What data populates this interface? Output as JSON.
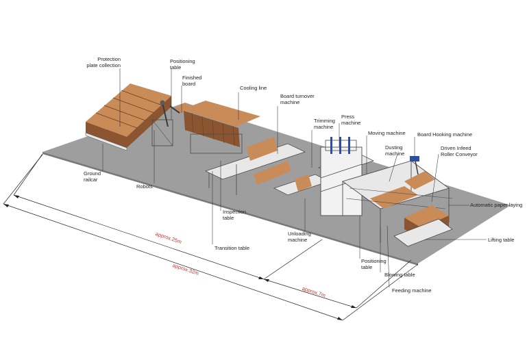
{
  "colors": {
    "floor": "#9e9e9e",
    "wood": "#c98b58",
    "wood_dark": "#8a5530",
    "steel": "#e8e8e8",
    "steel_line": "#4a4a4a",
    "blue": "#2c4f9e",
    "dimension_label": "#c8372d"
  },
  "labels": {
    "protection_plate_collection": "Protection\nplate collection",
    "positioning_table_top": "Positioning\ntable",
    "finished_board": "Finished\nboard",
    "cooling_line": "Cooling line",
    "board_turnover_machine": "Board turnover\nmachine",
    "trimming_machine": "Trimming\nmachine",
    "press_machine": "Press\nmachine",
    "moving_machine": "Moving machine",
    "dusting_machine": "Dusting\nmachine",
    "board_hooking_machine": "Board Hooking machine",
    "driven_infeed_roller_conveyor": "Driven Infeed\nRoller Conveyor",
    "ground_railcar": "Ground\nrailcar",
    "robots": "Robots",
    "automatic_paper_laying": "Automatic paper laying",
    "inspection_table": "Inspection\ntable",
    "transition_table": "Transition table",
    "unloading_machine": "Unloading\nmachine",
    "lifting_table": "Lifting table",
    "positioning_table_bottom": "Positioning\ntable",
    "blowing_table": "Blowing table",
    "feeding_machine": "Feeding machine"
  },
  "dimensions": {
    "approx_25m": "approx.25m",
    "approx_32m": "approx.32m",
    "approx_7m": "approx.7m"
  }
}
